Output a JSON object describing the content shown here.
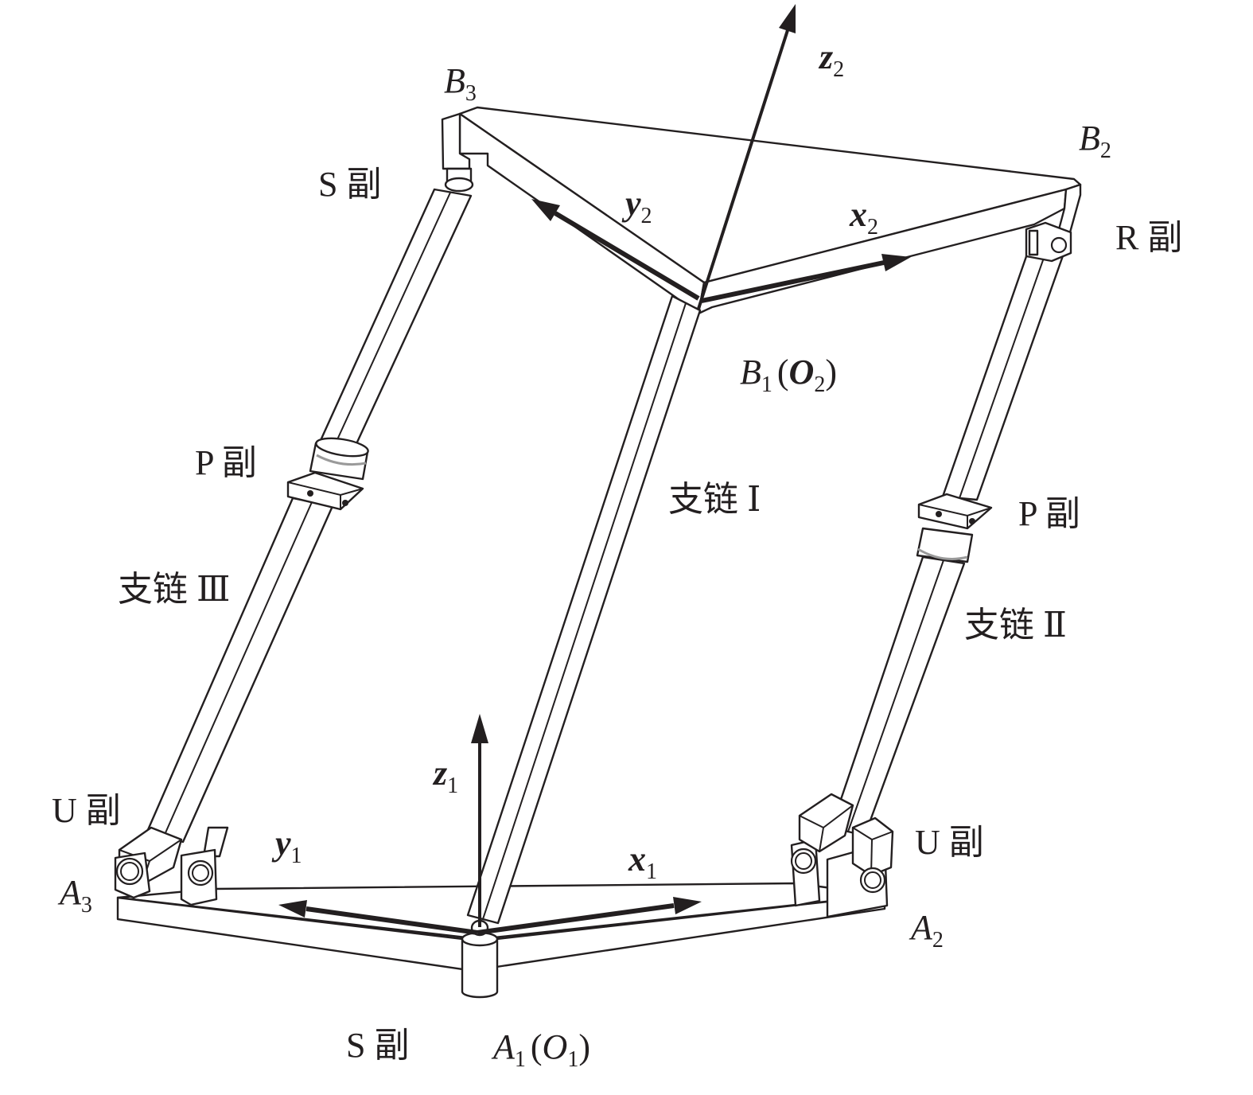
{
  "colors": {
    "line": "#231f20",
    "background": "#ffffff"
  },
  "points": {
    "b3": {
      "letter": "B",
      "sub": "3"
    },
    "b2": {
      "letter": "B",
      "sub": "2"
    },
    "b1_o2": {
      "letter": "B",
      "sub": "1",
      "open": "(",
      "origin_letter": "O",
      "origin_sub": "2",
      "close": ")"
    },
    "a3": {
      "letter": "A",
      "sub": "3"
    },
    "a2": {
      "letter": "A",
      "sub": "2"
    },
    "a1_o1": {
      "letter": "A",
      "sub": "1",
      "open": "(",
      "origin_letter": "O",
      "origin_sub": "1",
      "close": ")"
    }
  },
  "axes": {
    "z2": {
      "letter": "z",
      "sub": "2"
    },
    "y2": {
      "letter": "y",
      "sub": "2"
    },
    "x2": {
      "letter": "x",
      "sub": "2"
    },
    "z1": {
      "letter": "z",
      "sub": "1"
    },
    "y1": {
      "letter": "y",
      "sub": "1"
    },
    "x1": {
      "letter": "x",
      "sub": "1"
    }
  },
  "joints": {
    "s_top": "S 副",
    "r_top": "R 副",
    "p_chain3": "P 副",
    "p_chain2": "P 副",
    "u_chain3": "U 副",
    "u_chain2": "U 副",
    "s_bottom": "S 副"
  },
  "chains": {
    "chain1": "支链 Ⅰ",
    "chain2": "支链 Ⅱ",
    "chain3": "支链 Ⅲ"
  }
}
